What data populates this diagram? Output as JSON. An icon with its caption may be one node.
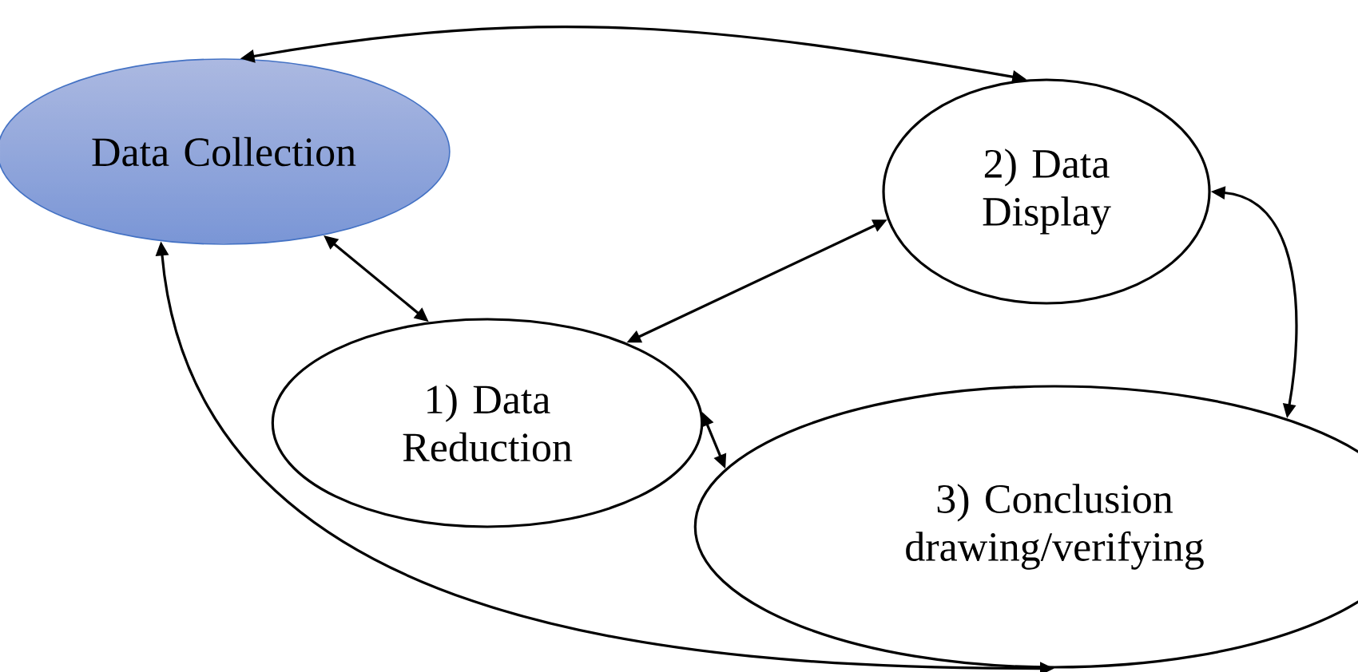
{
  "diagram": {
    "nodes": [
      {
        "text": [
          "Data Collection"
        ]
      },
      {
        "text": [
          "2) Data Display"
        ]
      },
      {
        "text": [
          "1) Data Reduction"
        ]
      },
      {
        "text": [
          "3) Conclusion drawing/verifying"
        ]
      }
    ],
    "edges": [
      {
        "from": 0,
        "to": 1,
        "arrow": "both"
      },
      {
        "from": 0,
        "to": 2,
        "arrow": "both"
      },
      {
        "from": 2,
        "to": 1,
        "arrow": "both"
      },
      {
        "from": 2,
        "to": 3,
        "arrow": "both"
      },
      {
        "from": 1,
        "to": 3,
        "arrow": "both"
      },
      {
        "from": 0,
        "to": 3,
        "arrow": "both"
      }
    ]
  }
}
